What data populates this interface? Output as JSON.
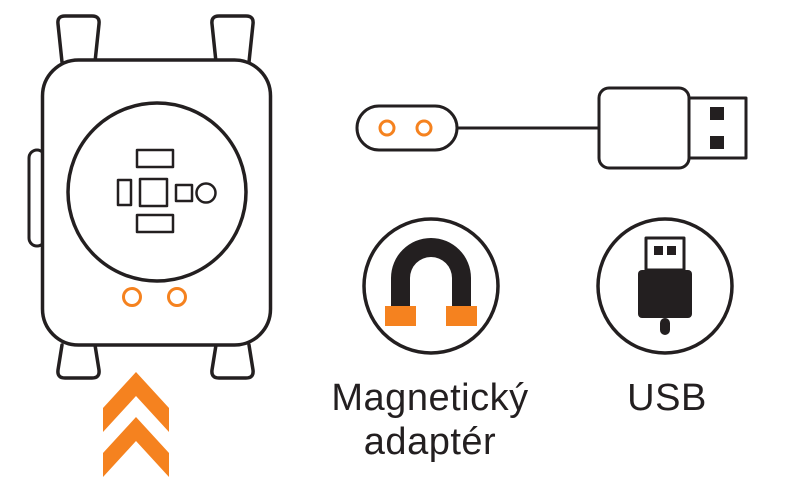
{
  "colors": {
    "ink": "#231F20",
    "accent": "#F5821F",
    "bg": "#FFFFFF"
  },
  "labels": {
    "magnetic_adapter_line1": "Magnetický",
    "magnetic_adapter_line2": "adaptér",
    "usb": "USB"
  },
  "icons": {
    "watch_back": "smartwatch-back-with-charging-contacts",
    "up_arrows": "double-chevron-up",
    "cable": "magnetic-charging-cable-with-usb-connector",
    "magnetic_adapter": "horseshoe-magnet-icon",
    "usb_plug": "usb-plug-icon"
  }
}
